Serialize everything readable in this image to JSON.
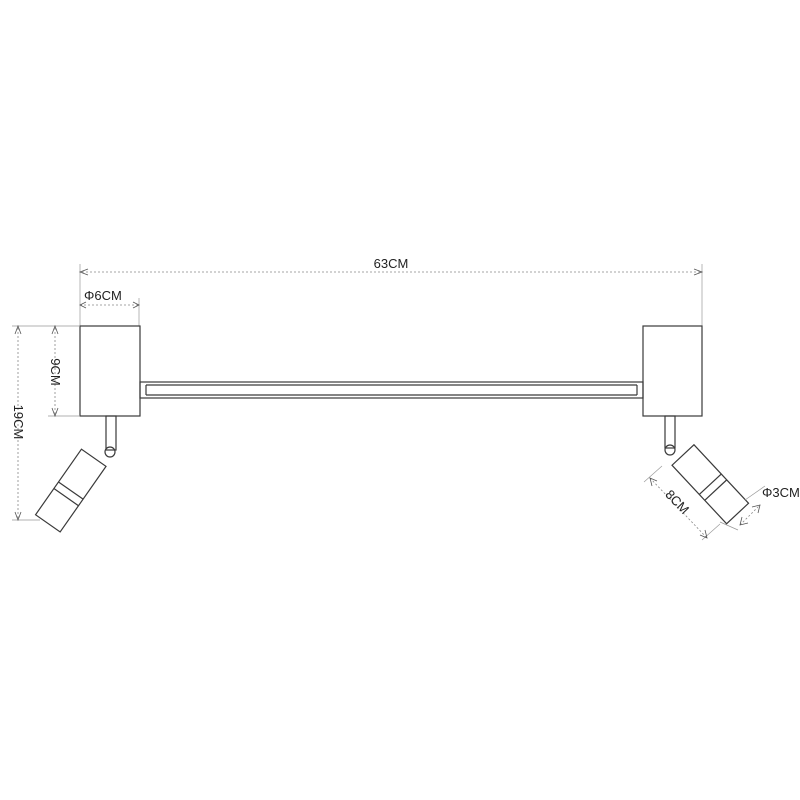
{
  "dimensions": {
    "overall_length": "63CM",
    "base_diameter": "Φ6CM",
    "base_height": "9CM",
    "total_height": "19CM",
    "spot_length": "8CM",
    "spot_diameter": "Φ3CM"
  }
}
